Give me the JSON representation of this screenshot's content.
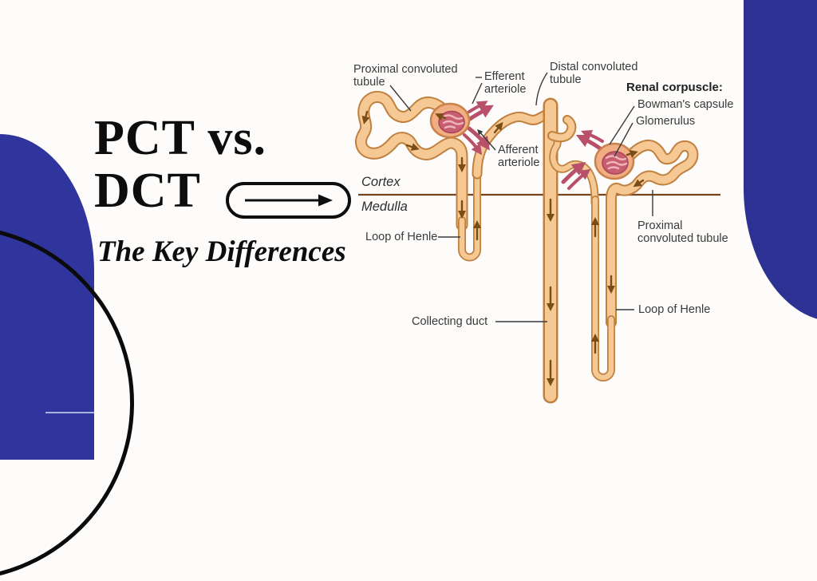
{
  "slide": {
    "title_line1": "PCT vs.",
    "title_line2": "DCT",
    "subtitle": "The Key Differences",
    "accent_blue": "#2c3193",
    "headline_color": "#0d0d0d"
  },
  "diagram": {
    "region_labels": {
      "cortex": "Cortex",
      "medulla": "Medulla"
    },
    "labels": {
      "proximal_left": "Proximal convoluted tubule",
      "efferent_arteriole": "Efferent arteriole",
      "distal": "Distal convoluted tubule",
      "renal_corpuscle_heading": "Renal corpuscle:",
      "bowmans_capsule": "Bowman's capsule",
      "glomerulus": "Glomerulus",
      "afferent_arteriole": "Afferent arteriole",
      "loop_of_henle_left": "Loop of Henle",
      "collecting_duct": "Collecting duct",
      "proximal_right": "Proximal convoluted tubule",
      "loop_of_henle_right": "Loop of Henle"
    },
    "colors": {
      "tubule_fill": "#f6c893",
      "tubule_outline": "#c0813f",
      "blood_vessel_red": "#b8506a",
      "flow_arrow_brown": "#7a4c16",
      "cortex_medulla_line": "#76451d",
      "label_text": "#3a3a3a"
    }
  }
}
